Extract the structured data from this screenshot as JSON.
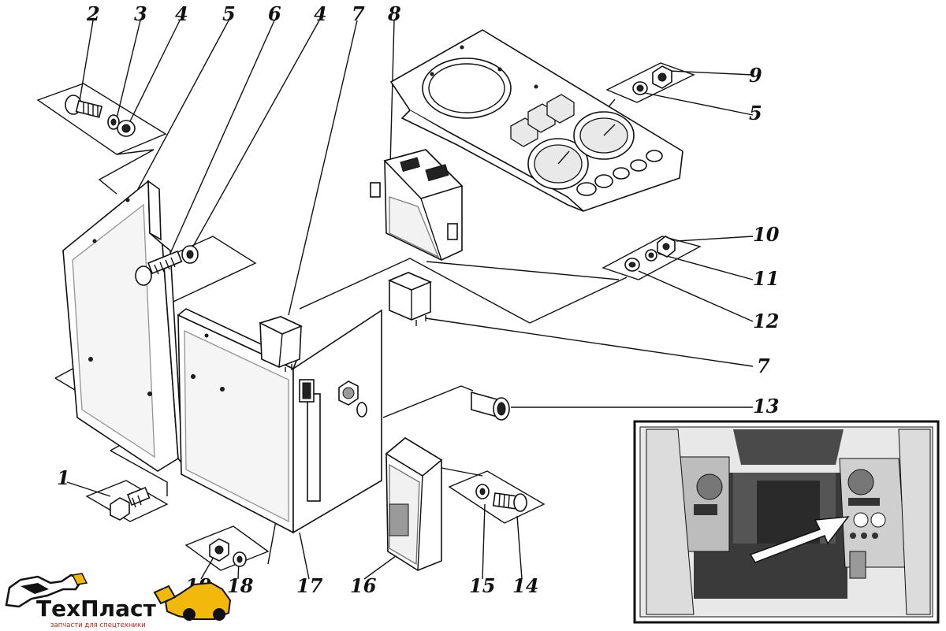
{
  "callouts": {
    "n1": "1",
    "n2": "2",
    "n3": "3",
    "n4a": "4",
    "n4b": "4",
    "n5a": "5",
    "n5b": "5",
    "n6": "6",
    "n7a": "7",
    "n7b": "7",
    "n8": "8",
    "n9": "9",
    "n10": "10",
    "n11": "11",
    "n12": "12",
    "n13": "13",
    "n14": "14",
    "n15": "15",
    "n16": "16",
    "n17": "17",
    "n18": "18",
    "n19": "19"
  },
  "watermark": {
    "brand": "ТехПласт",
    "tagline": "запчасти для спецтехники",
    "accent_color": "#f2b90c",
    "tagline_color": "#c21d1d"
  }
}
